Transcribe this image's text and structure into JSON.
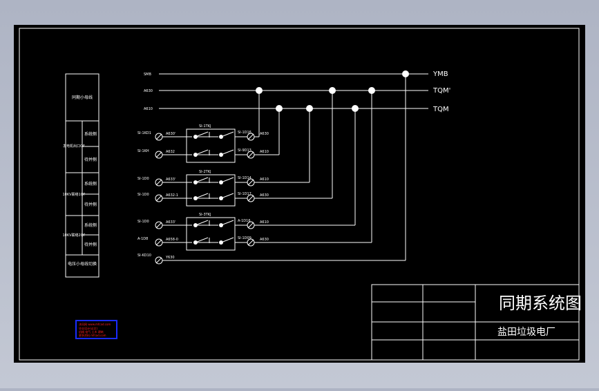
{
  "colors": {
    "background": "#000000",
    "line": "#ffffff",
    "node": "#ffffff",
    "stamp_border": "#1a2cff",
    "stamp_text": "#ff2020"
  },
  "buses": [
    {
      "left_label": "SMB",
      "right_label": "YMB"
    },
    {
      "left_label": "A630",
      "right_label": "TQM'"
    },
    {
      "left_label": "A610",
      "right_label": "TQM"
    }
  ],
  "switches": [
    {
      "title": "SI-1TKJ",
      "terminals_left": [
        "SI-1KD1",
        "SI-1KH"
      ],
      "wires_left": [
        "A630'",
        "A632"
      ],
      "terminals_right": [
        "SI-1D16",
        "SI-9D13"
      ],
      "wires_right": [
        "A630",
        "A610"
      ]
    },
    {
      "title": "SI-2TKJ",
      "terminals_left": [
        "SI-1D0",
        "SI-1D0"
      ],
      "wires_left": [
        "A633'",
        "A632-1"
      ],
      "terminals_right": [
        "SI-1D14",
        "SI-1D17"
      ],
      "wires_right": [
        "A610",
        "A630"
      ]
    },
    {
      "title": "SI-3TKJ",
      "terminals_left": [
        "SI-1D0",
        "A-1D8"
      ],
      "wires_left": [
        "A633'",
        "A658-0"
      ],
      "terminals_right": [
        "A-1D16",
        "SI-1D09"
      ],
      "wires_right": [
        "A610",
        "A630"
      ]
    }
  ],
  "extra_terminal": {
    "terminal": "SI-KD10",
    "wire": "Y630"
  },
  "left_table": {
    "header": "同期小母线",
    "groups": [
      {
        "name": "发电机出口QF",
        "rows": [
          "系统侧",
          "待并侧"
        ]
      },
      {
        "name": "10KV联络1QF",
        "rows": [
          "系统侧",
          "待并侧"
        ]
      },
      {
        "name": "10KV联络2QF",
        "rows": [
          "系统侧",
          "待并侧"
        ]
      }
    ],
    "footer": "电压小母线切换"
  },
  "title_block": {
    "drawing_title": "同期系统图",
    "company": "盐田垃圾电厂"
  },
  "stamp": {
    "lines": [
      "沐风网 www.mfcad.com",
      "毕业设计(论文)",
      "机械 电气 土木 建筑",
      "更多资料 mfcad.com"
    ]
  }
}
